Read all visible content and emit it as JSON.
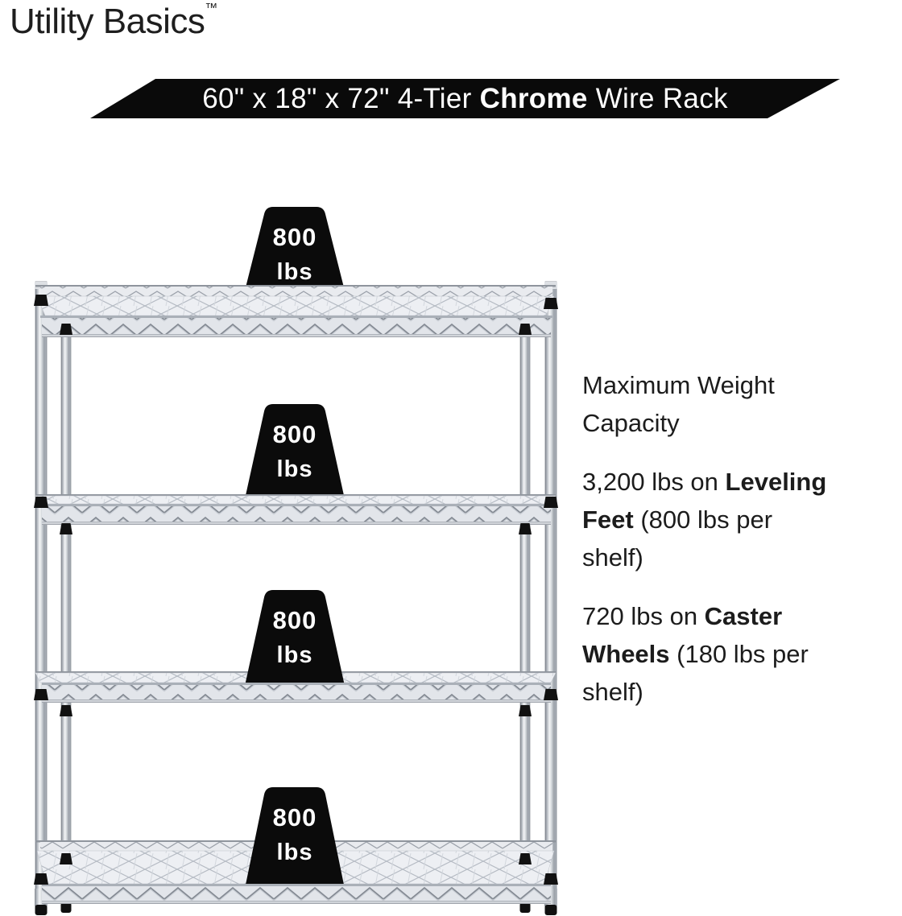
{
  "brand": {
    "name": "Utility Basics",
    "trademark": "™"
  },
  "banner": {
    "pre": "60\" x 18\" x 72\" 4-Tier ",
    "highlight": "Chrome",
    "post": " Wire Rack",
    "bg_color": "#0a0a0a",
    "text_color": "#ffffff"
  },
  "badges": [
    {
      "value": "800",
      "unit": "lbs"
    },
    {
      "value": "800",
      "unit": "lbs"
    },
    {
      "value": "800",
      "unit": "lbs"
    },
    {
      "value": "800",
      "unit": "lbs"
    }
  ],
  "info": {
    "heading": {
      "line1": "Maximum Weight",
      "line2": "Capacity"
    },
    "p1": {
      "l1a": "3,200 lbs on ",
      "l1b": "Leveling",
      "l2a": "Feet",
      "l2b": " (800 lbs per",
      "l3": "shelf)"
    },
    "p2": {
      "l1a": "720 lbs on ",
      "l1b": "Caster",
      "l2a": "Wheels",
      "l2b": " (180 lbs per",
      "l3": "shelf)"
    }
  },
  "rack": {
    "tier_count": "4",
    "finish": "Chrome"
  },
  "colors": {
    "badge_black": "#0b0b0b",
    "text_black": "#1c1c1c",
    "chrome_light": "#f2f4f6",
    "chrome_mid": "#c3c8cf",
    "chrome_dark": "#82888f"
  }
}
